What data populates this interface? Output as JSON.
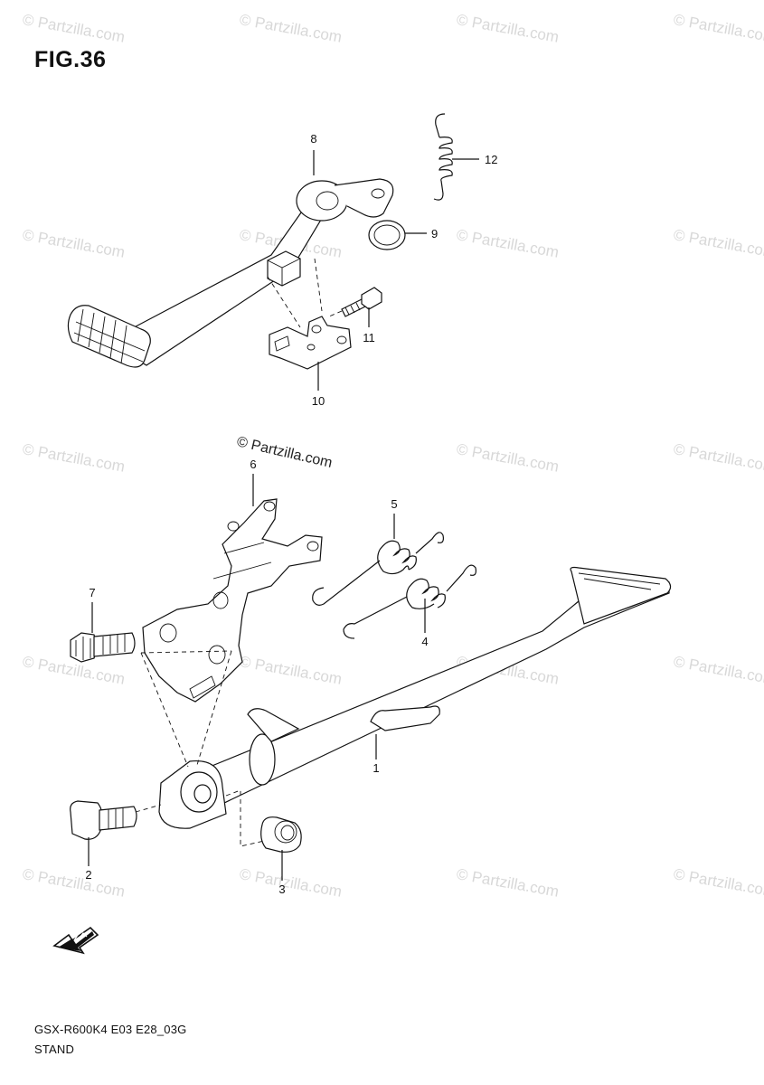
{
  "figure": {
    "title": "FIG.36"
  },
  "watermark": {
    "text": "© Partzilla.com"
  },
  "brand_mark": {
    "text": "© Partzilla.com"
  },
  "parts": [
    {
      "number": "1",
      "name": "stand"
    },
    {
      "number": "2",
      "name": "bolt"
    },
    {
      "number": "3",
      "name": "nut"
    },
    {
      "number": "4",
      "name": "spring"
    },
    {
      "number": "5",
      "name": "spring"
    },
    {
      "number": "6",
      "name": "bracket"
    },
    {
      "number": "7",
      "name": "bolt"
    },
    {
      "number": "8",
      "name": "pedal"
    },
    {
      "number": "9",
      "name": "washer"
    },
    {
      "number": "10",
      "name": "bracket"
    },
    {
      "number": "11",
      "name": "bolt"
    },
    {
      "number": "12",
      "name": "spring"
    }
  ],
  "footer": {
    "model_code": "GSX-R600K4 E03 E28_03G",
    "section_name": "STAND"
  },
  "direction_icon": {
    "name": "forward-arrow-icon"
  }
}
